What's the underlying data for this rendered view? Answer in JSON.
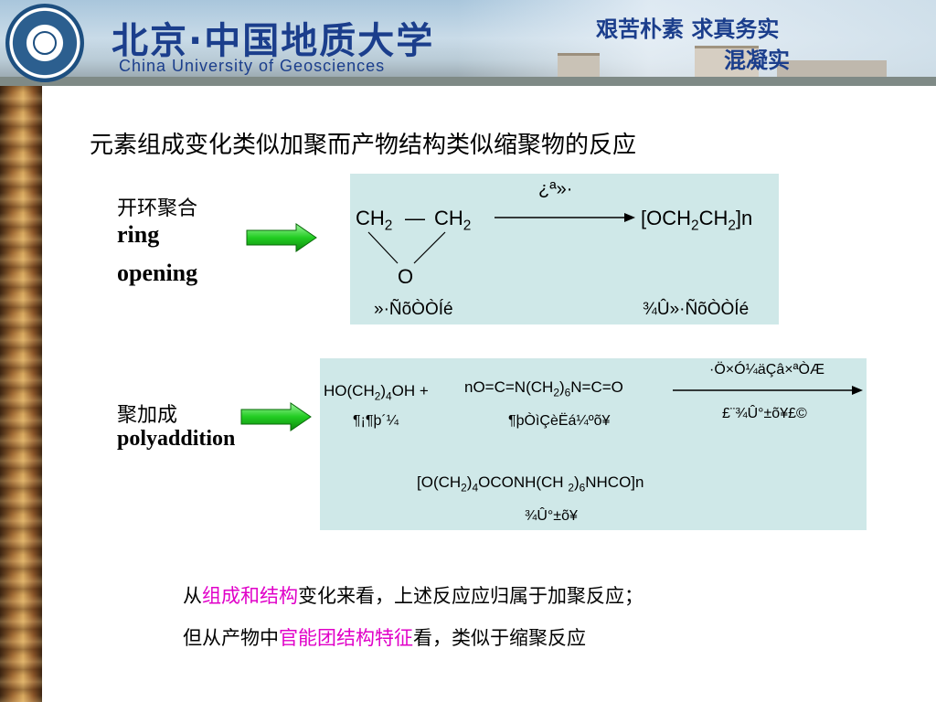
{
  "header": {
    "school_cn": "北京·中国地质大学",
    "school_en": "China University of Geosciences",
    "motto_line1": "艰苦朴素 求真务实",
    "motto_line2": "混凝实"
  },
  "title": "元素组成变化类似加聚而产物结构类似缩聚物的反应",
  "sections": {
    "ring": {
      "label_cn": "开环聚合",
      "label_en_1": "ring",
      "label_en_2": "opening",
      "reactant_left": "CH",
      "reactant_left_sub": "2",
      "bond": "—",
      "reactant_right": "CH",
      "reactant_right_sub": "2",
      "oxygen": "O",
      "catalyst": "¿ª»·",
      "product_pre": "[OCH",
      "product_sub1": "2",
      "product_mid": "CH",
      "product_sub2": "2",
      "product_post": "]",
      "product_n": "n",
      "reactant_name": "»·ÑõÒÒÍé",
      "product_name": "¾Û»·ÑõÒÒÍé"
    },
    "polyaddition": {
      "label_cn": "聚加成",
      "label_en": "polyaddition",
      "reactant1": "HO(CH",
      "reactant1_sub": "2",
      "reactant1_mid": ")",
      "reactant1_sub2": "4",
      "reactant1_end": "OH  +",
      "reactant2": "nO=C=N(CH",
      "reactant2_sub": "2",
      "reactant2_mid": ")",
      "reactant2_sub2": "6",
      "reactant2_end": "N=C=O",
      "reactant1_name": "¶¡¶þ´¼",
      "reactant2_name": "¶þÒìÇèËá¼ºõ¥",
      "condition": "·Ö×Ó¼äÇâ×ªÒÆ",
      "product_class": "£¨¾Û°±õ¥£©",
      "product_formula": "[O(CH",
      "product_sub1": "2",
      "product_mid1": ")",
      "product_sub2": "4",
      "product_mid2": "OCONH(CH ",
      "product_sub3": "2",
      "product_mid3": ")",
      "product_sub4": "6",
      "product_end": "NHCO]n",
      "product_name": "¾Û°±õ¥"
    }
  },
  "conclusion": {
    "line1_pre": "从",
    "line1_hl": "组成和结构",
    "line1_post": "变化来看，上述反应应归属于加聚反应；",
    "line2_pre": "但从产物中",
    "line2_hl": "官能团结构特征",
    "line2_post": "看，类似于缩聚反应"
  },
  "colors": {
    "box_bg": "#cfe8e8",
    "arrow_fill": "#22cc22",
    "highlight": "#e000c8",
    "banner_text": "#1b3e8c"
  }
}
